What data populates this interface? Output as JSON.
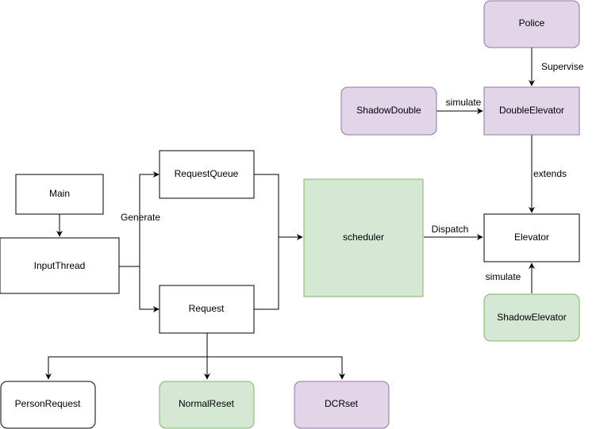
{
  "colors": {
    "white_fill": "#ffffff",
    "green_fill": "#d5e8d4",
    "green_stroke": "#82b366",
    "purple_fill": "#e1d5e7",
    "purple_stroke": "#9673a6",
    "black": "#000000"
  },
  "nodes": {
    "main": "Main",
    "input_thread": "InputThread",
    "request_queue": "RequestQueue",
    "request": "Request",
    "scheduler": "scheduler",
    "police": "Police",
    "shadow_double": "ShadowDouble",
    "double_elevator": "DoubleElevator",
    "elevator": "Elevator",
    "shadow_elevator": "ShadowElevator",
    "person_request": "PersonRequest",
    "normal_reset": "NormalReset",
    "dcr_set": "DCRset"
  },
  "edges": {
    "generate": "Generate",
    "dispatch": "Dispatch",
    "supervise": "Supervise",
    "simulate_double": "simulate",
    "extends": "extends",
    "simulate_elevator": "simulate"
  }
}
